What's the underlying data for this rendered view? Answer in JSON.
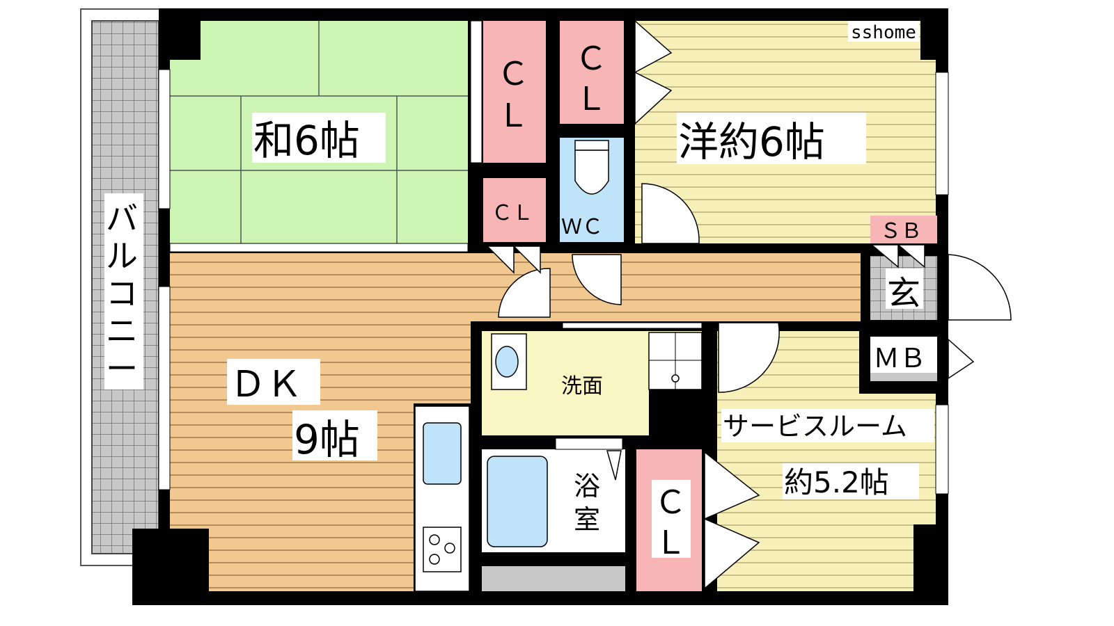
{
  "watermark": "sshome",
  "rooms": {
    "washitsu": "和6帖",
    "yoshitsu": "洋約6帖",
    "dk_name": "ＤＫ",
    "dk_size": "9帖",
    "service_name": "サービスルーム",
    "service_size": "約5.2帖",
    "senmen": "洗面",
    "yoku1": "浴",
    "yoku2": "室",
    "wc": "ＷＣ",
    "genkan": "玄"
  },
  "storage": {
    "cl_c": "Ｃ",
    "cl_l": "Ｌ",
    "cl_small": "ＣＬ",
    "sb": "ＳＢ",
    "mb": "ＭＢ"
  },
  "balcony": {
    "chars": [
      "バ",
      "ル",
      "コ",
      "ニ",
      "ー"
    ]
  },
  "colors": {
    "tatami": "#ccf5b3",
    "wood": "#f0c890",
    "western": "#f7f0b8",
    "closet": "#f7b5b5",
    "water": "#bfe3f8",
    "wash": "#faf6c4",
    "grey": "#c8c8c8",
    "wall": "#000000"
  }
}
